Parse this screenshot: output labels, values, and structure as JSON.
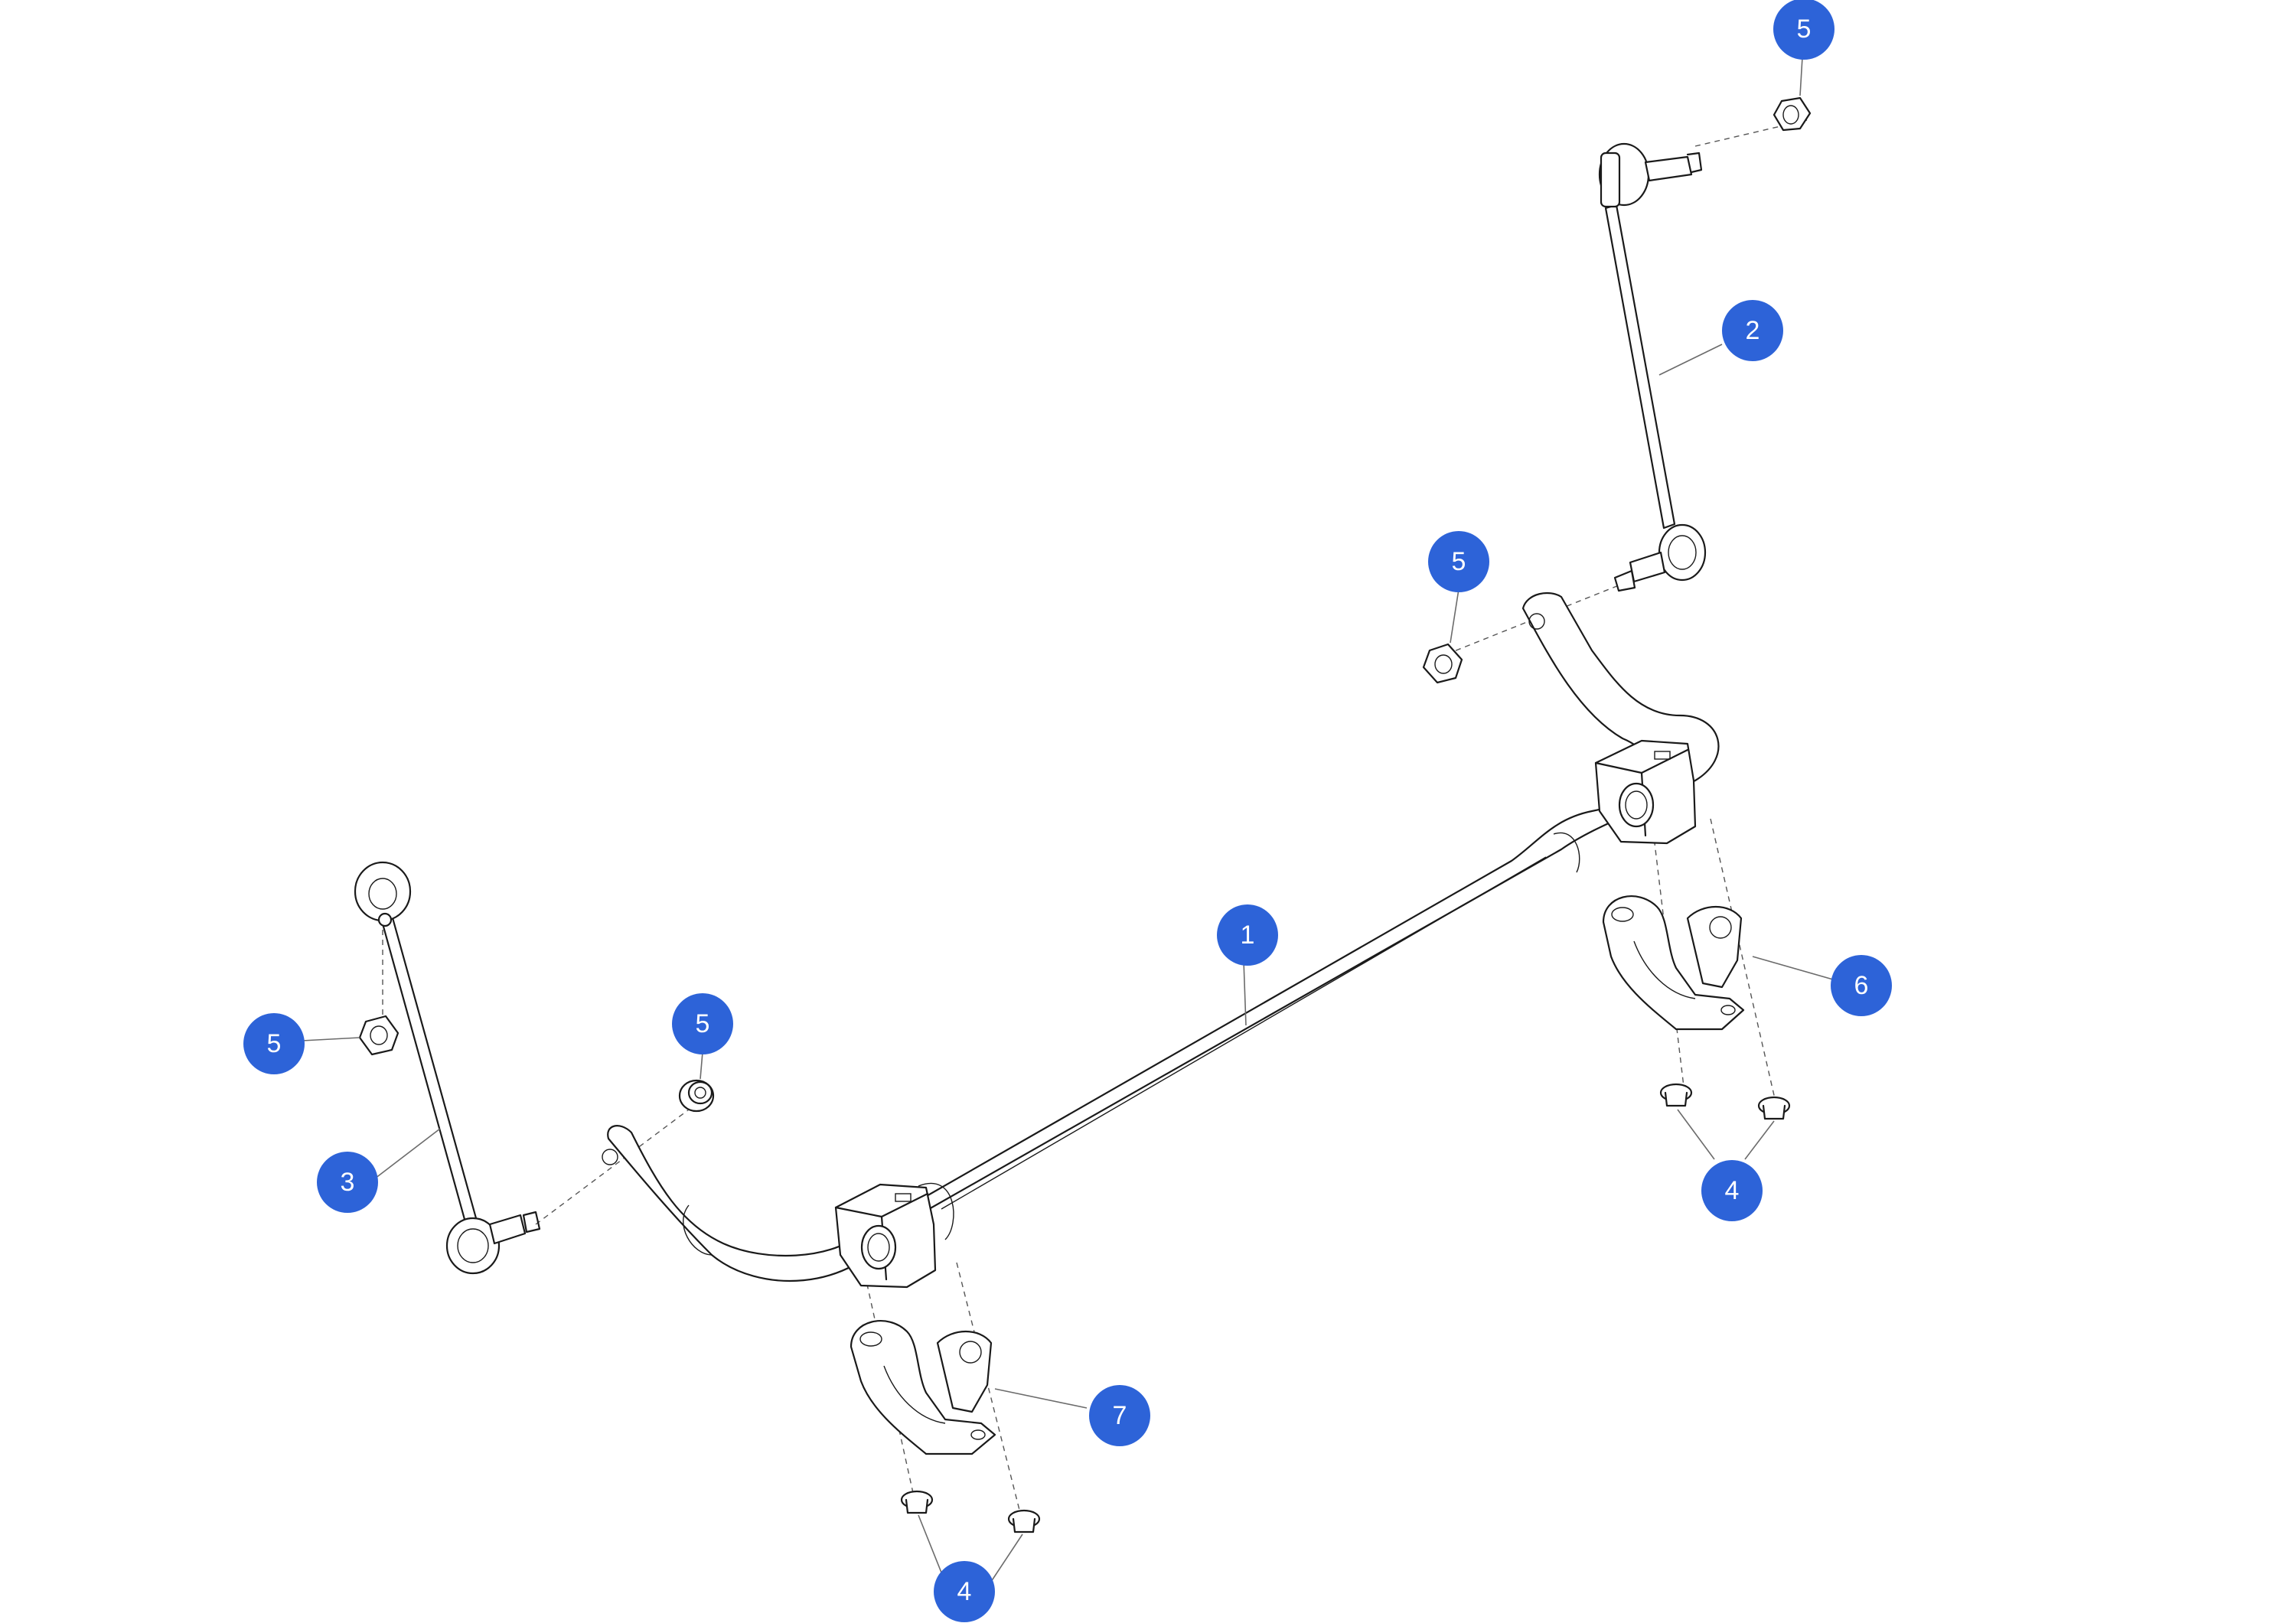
{
  "colors": {
    "callout": "#2d63d8",
    "callout_text": "#ffffff",
    "line": "#1a1a1a",
    "background": "#ffffff"
  },
  "callouts": [
    {
      "id": "c5a",
      "label": "5"
    },
    {
      "id": "c2",
      "label": "2"
    },
    {
      "id": "c5b",
      "label": "5"
    },
    {
      "id": "c1",
      "label": "1"
    },
    {
      "id": "c6",
      "label": "6"
    },
    {
      "id": "c5c",
      "label": "5"
    },
    {
      "id": "c5d",
      "label": "5"
    },
    {
      "id": "c3",
      "label": "3"
    },
    {
      "id": "c4a",
      "label": "4"
    },
    {
      "id": "c7",
      "label": "7"
    },
    {
      "id": "c4b",
      "label": "4"
    }
  ]
}
